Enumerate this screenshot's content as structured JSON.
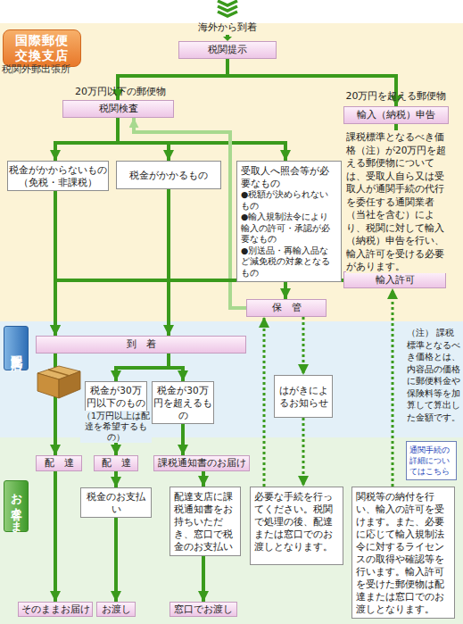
{
  "diagram": {
    "nodes": [
      {
        "text": [
          "国際郵便交換支店",
          "税関外郵出張所"
        ]
      },
      {
        "text": [
          "税関提示"
        ],
        "in": 0
      },
      {
        "text": [
          "税関検査"
        ],
        "in": 0
      },
      {
        "text": [
          "輸入（納税）申告"
        ],
        "in": 0
      },
      {
        "text": [
          "税金がかからないもの（免税・非課税）"
        ],
        "in": 0
      },
      {
        "text": [
          "税金がかかるもの"
        ],
        "in": 0
      },
      {
        "text": [
          "受取人へ照会等が必要なもの",
          "●税額が決められないもの",
          "●輸入規制法令により輸入の許可・承認が必要なもの",
          "●別送品・再輸入品など減免税の対象となるもの"
        ],
        "in": 0
      },
      {
        "text": [
          "輸入許可"
        ],
        "in": 0
      },
      {
        "text": [
          "保　管"
        ],
        "in": 0
      },
      {
        "text": [
          "配達支店"
        ]
      },
      {
        "text": [
          "到　着"
        ],
        "in": 9
      },
      {
        "text": [
          "税金が30万円以下のもの"
        ],
        "in": 9
      },
      {
        "text": [
          "税金が30万円を超えるもの"
        ],
        "in": 9
      },
      {
        "text": [
          "はがきによるお知らせ"
        ],
        "in": 9
      },
      {
        "text": [
          "通関手続の詳細についてはこちら"
        ]
      },
      {
        "text": [
          "お客さま"
        ]
      },
      {
        "text": [
          "配　達"
        ],
        "in": 15
      },
      {
        "text": [
          "配　達"
        ],
        "in": 15
      },
      {
        "text": [
          "課税通知書のお届け"
        ],
        "in": 15
      },
      {
        "text": [
          "税金のお支払い"
        ],
        "in": 15
      },
      {
        "text": [
          "配達支店に課税通知書をお持ちいただき、窓口で税金のお支払い"
        ],
        "in": 15
      },
      {
        "text": [
          "必要な手続を行ってください。税関で処理の後、配達または窓口でのお渡しとなります。"
        ],
        "in": 15
      },
      {
        "text": [
          "関税等の納付を行い、輸入の許可を受けます。また、必要に応じて輸入規制法令に対するライセンスの取得や確認等を行います。輸入許可を受けた郵便物は配達または窓口でのお渡しとなります。"
        ],
        "in": 15
      },
      {
        "text": [
          "そのままお届け"
        ],
        "in": 15
      },
      {
        "text": [
          "お渡し"
        ],
        "in": 15
      },
      {
        "text": [
          "窓口でお渡し"
        ],
        "in": 15
      }
    ],
    "edges": [
      {
        "from": 1,
        "to": 2,
        "arrow": "to"
      },
      {
        "from": 1,
        "to": 3,
        "arrow": "to"
      },
      {
        "from": 2,
        "to": 4,
        "arrow": "to"
      },
      {
        "from": 2,
        "to": 5,
        "arrow": "to"
      },
      {
        "from": 2,
        "to": 6,
        "arrow": "to"
      },
      {
        "from": 3,
        "to": 7,
        "arrow": "to"
      },
      {
        "from": 6,
        "to": 8,
        "arrow": "to"
      },
      {
        "from": 8,
        "to": 2,
        "arrow": "to"
      },
      {
        "from": 7,
        "to": 10,
        "arrow": "to"
      },
      {
        "from": 4,
        "to": 10,
        "arrow": "to"
      },
      {
        "from": 5,
        "to": 10,
        "arrow": "to"
      },
      {
        "from": 8,
        "to": 13,
        "arrow": "to"
      },
      {
        "from": 13,
        "to": 21,
        "arrow": "to"
      },
      {
        "from": 21,
        "to": 8,
        "arrow": "to"
      },
      {
        "from": 22,
        "to": 7,
        "arrow": "to"
      },
      {
        "from": 10,
        "to": 16,
        "arrow": "to"
      },
      {
        "from": 10,
        "to": 11,
        "arrow": "to"
      },
      {
        "from": 10,
        "to": 12,
        "arrow": "to"
      },
      {
        "from": 11,
        "to": 17,
        "arrow": "to"
      },
      {
        "from": 12,
        "to": 18,
        "arrow": "to"
      },
      {
        "from": 16,
        "to": 23,
        "arrow": "to"
      },
      {
        "from": 17,
        "to": 19,
        "arrow": "to"
      },
      {
        "from": 19,
        "to": 24,
        "arrow": "to"
      },
      {
        "from": 18,
        "to": 20,
        "arrow": "to"
      },
      {
        "from": 20,
        "to": 25,
        "arrow": "to"
      }
    ],
    "labels": [
      "海外から到着",
      "20万円以下の郵便物",
      "20万円を超える郵便物",
      "課税標準となるべき価格（注）が20万円を超える郵便物については、受取人自ら又は受取人が通関手続の代行を委任する通関業者（当社を含む）により、税関に対して輸入（納税）申告を行い、輸入許可を受ける必要があります。",
      "（1万円以上は配達を希望するもの）",
      "（注） 課税標準となるべき価格とは、内容品の価格に郵便料金や保険料等を加算して算出した金額です。"
    ]
  }
}
